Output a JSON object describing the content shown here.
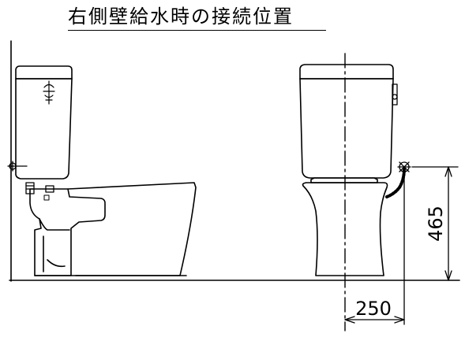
{
  "title": "右側壁給水時の接続位置",
  "dimensions": {
    "height": "465",
    "horizontal": "250"
  }
}
